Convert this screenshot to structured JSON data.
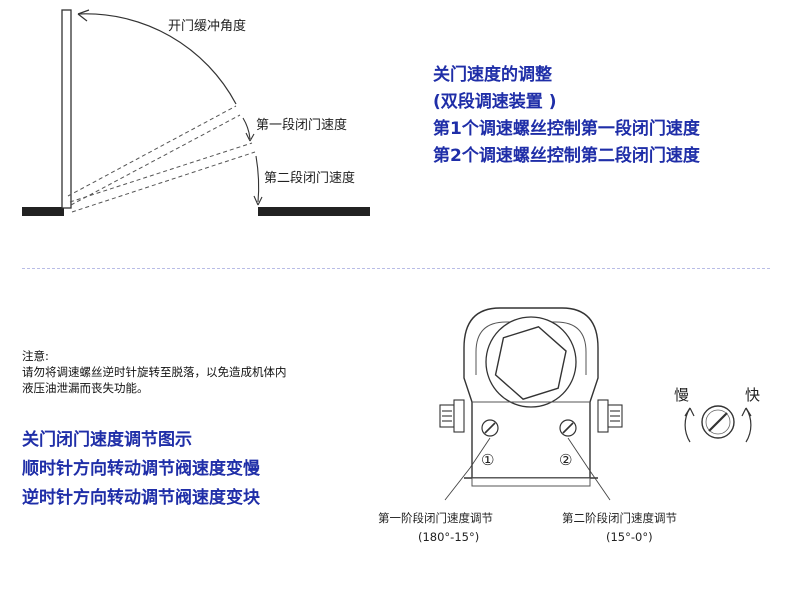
{
  "door_diagram": {
    "label_opening_buffer_angle": "开门缓冲角度",
    "label_first_stage_speed": "第一段闭门速度",
    "label_second_stage_speed": "第二段闭门速度"
  },
  "speed_adjustment": {
    "title": "关门速度的调整",
    "subtitle": "(双段调速装置 )",
    "screw1_text": "第1个调速螺丝控制第一段闭门速度",
    "screw2_text": "第2个调速螺丝控制第二段闭门速度"
  },
  "note": {
    "heading": "注意:",
    "line1": "请勿将调速螺丝逆时针旋转至脱落，以免造成机体内",
    "line2": "液压油泄漏而丧失功能。"
  },
  "adjustment_guide": {
    "title": "关门闭门速度调节图示",
    "clockwise": "顺时针方向转动调节阀速度变慢",
    "counterclockwise": "逆时针方向转动调节阀速度变块"
  },
  "device_diagram": {
    "marker_1": "①",
    "marker_2": "②",
    "label_stage1": "第一阶段闭门速度调节",
    "range_stage1": "(180°-15°)",
    "label_stage2": "第二阶段闭门速度调节",
    "range_stage2": "(15°-0°)",
    "label_slow": "慢",
    "label_fast": "快"
  },
  "colors": {
    "accent_blue": "#1f2ea8",
    "line_gray": "#444444",
    "divider": "#b9bde6"
  }
}
